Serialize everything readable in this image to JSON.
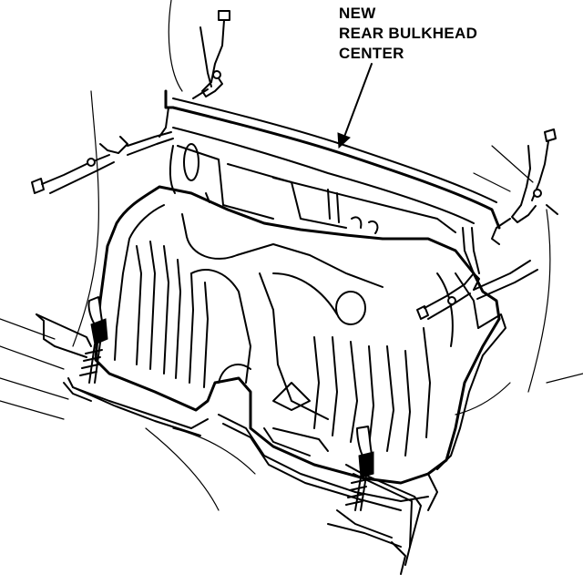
{
  "callout": {
    "line1": "NEW",
    "line2": "REAR BULKHEAD",
    "line3": "CENTER"
  },
  "colors": {
    "ink": "#000000",
    "paper": "#ffffff"
  },
  "icons": [
    "locking-clamp-icon",
    "c-clamp-icon"
  ]
}
